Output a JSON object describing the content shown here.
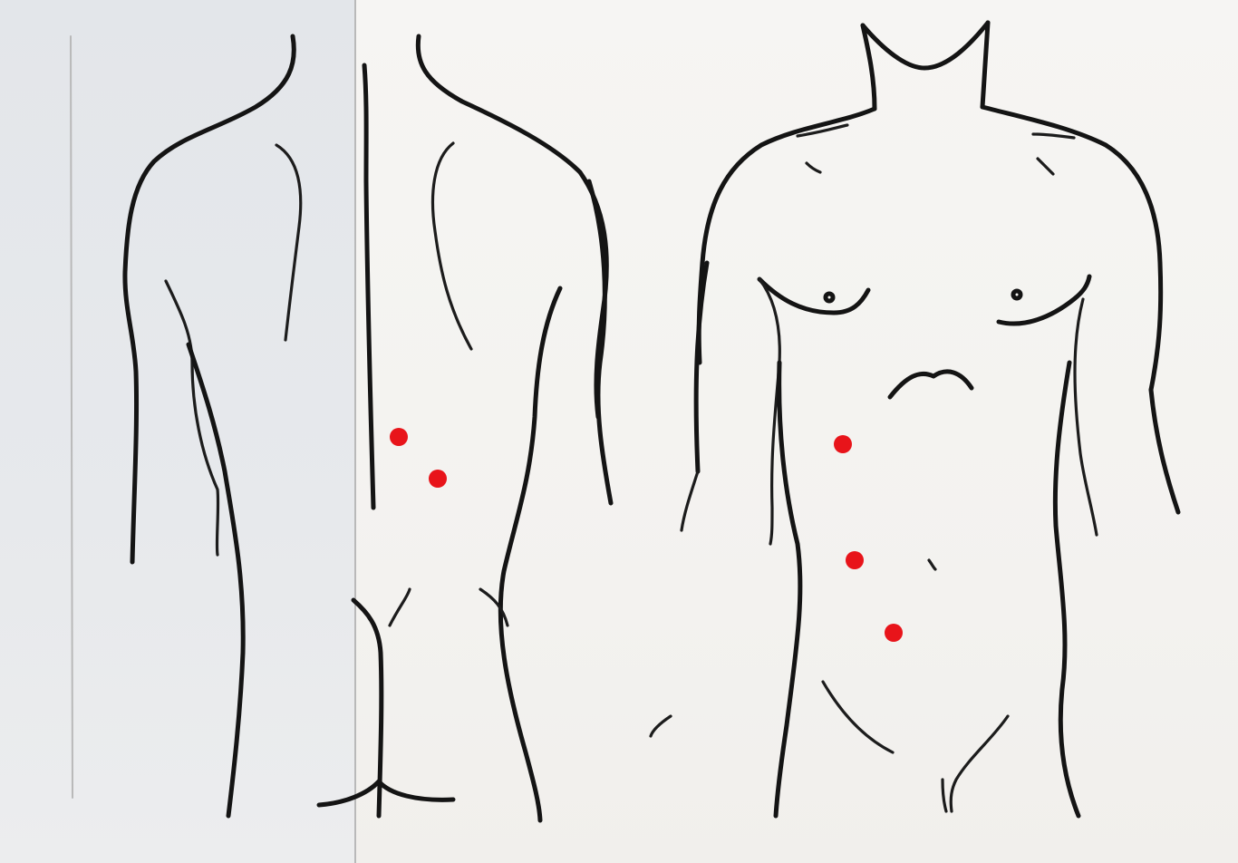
{
  "figure": {
    "views": [
      {
        "name": "back",
        "markers": 2
      },
      {
        "name": "front",
        "markers": 3
      }
    ],
    "colors": {
      "ink": "#141414",
      "marker": "#e8141a",
      "paper_left": "#e5e7ea",
      "paper_right": "#f4f3f0"
    }
  }
}
